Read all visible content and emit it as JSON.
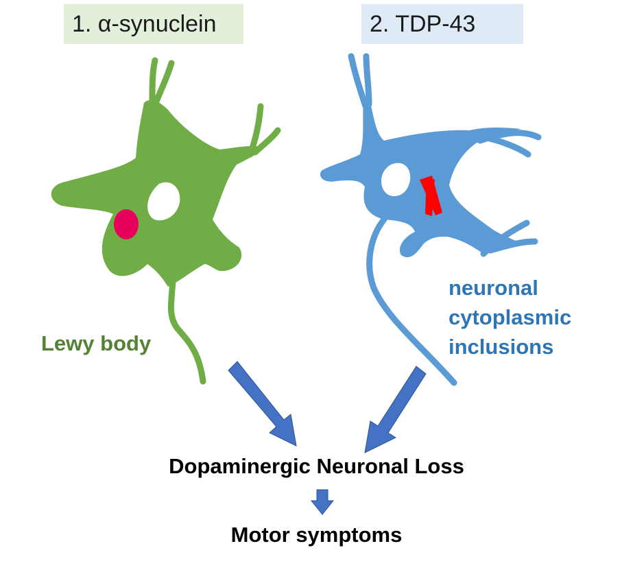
{
  "panels": [
    {
      "title": "1. α-synuclein",
      "inclusion_label": "Lewy body",
      "color": "#70ad47",
      "label_color": "#548235",
      "inclusion_color": "#e6005c"
    },
    {
      "title": "2. TDP-43",
      "inclusion_label_lines": [
        "neuronal",
        "cytoplasmic",
        "inclusions"
      ],
      "color": "#5b9bd5",
      "label_color": "#2e75b6",
      "inclusion_color": "#ff0000"
    }
  ],
  "outcome": "Dopaminergic Neuronal Loss",
  "final_outcome": "Motor symptoms",
  "arrow_color": "#4472c4"
}
